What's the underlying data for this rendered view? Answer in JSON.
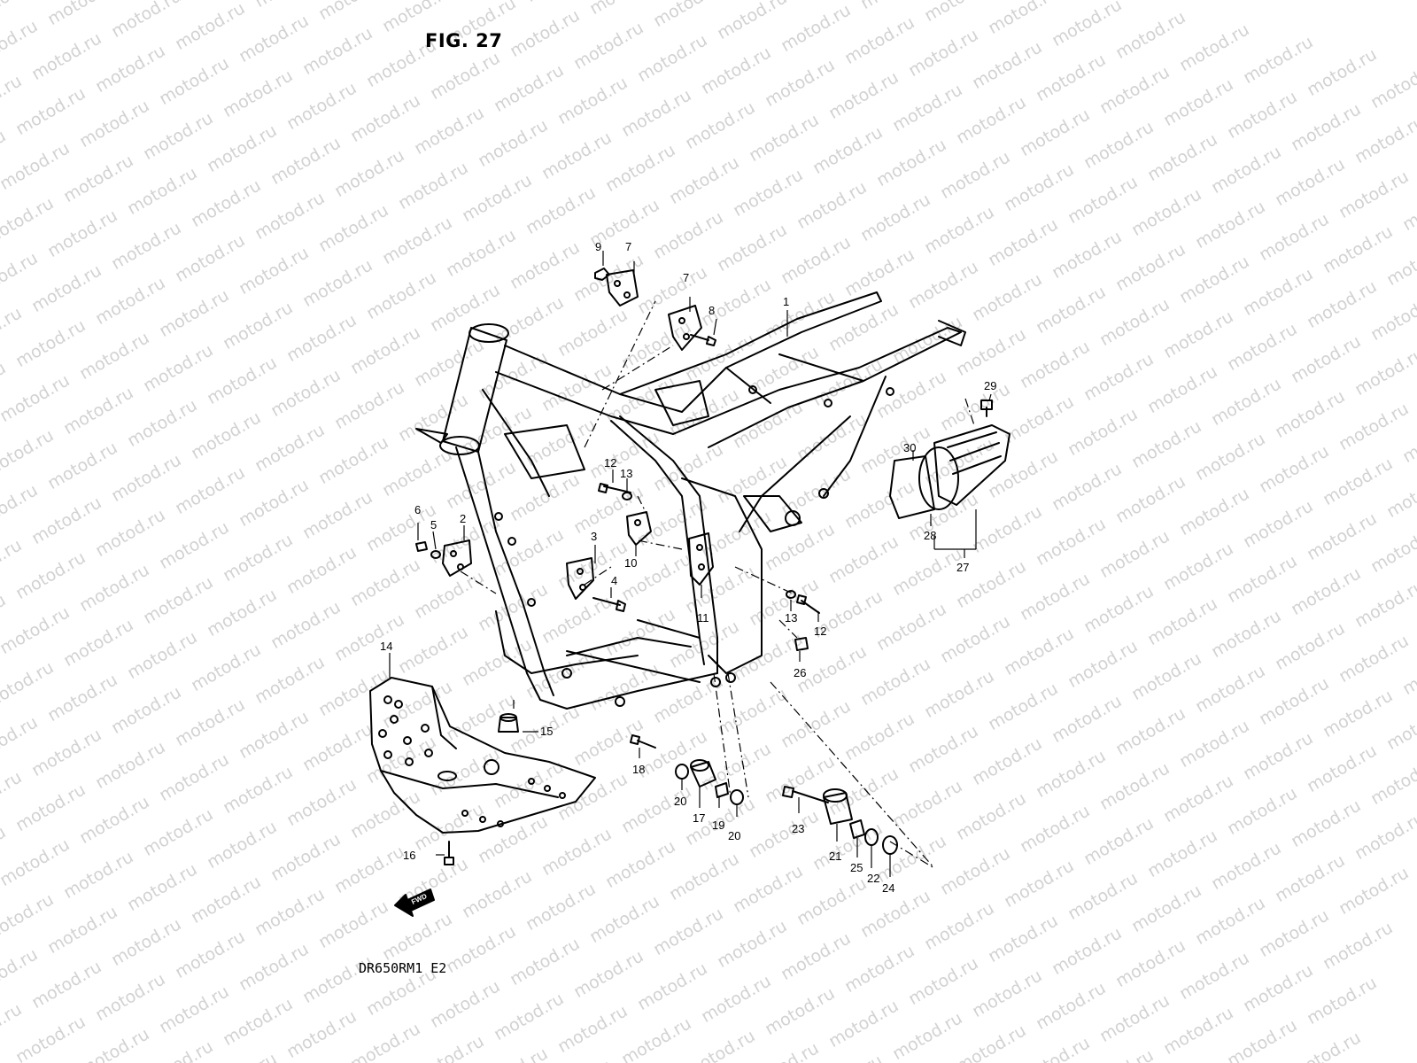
{
  "figure": {
    "title": "FIG. 27",
    "model_code": "DR650RM1 E2"
  },
  "watermark": {
    "text": "motod.ru"
  },
  "forward_indicator": {
    "label": "FWD"
  },
  "callouts": [
    {
      "id": "c1",
      "text": "1"
    },
    {
      "id": "c2",
      "text": "2"
    },
    {
      "id": "c3",
      "text": "3"
    },
    {
      "id": "c4",
      "text": "4"
    },
    {
      "id": "c5",
      "text": "5"
    },
    {
      "id": "c6",
      "text": "6"
    },
    {
      "id": "c7a",
      "text": "7"
    },
    {
      "id": "c7b",
      "text": "7"
    },
    {
      "id": "c8",
      "text": "8"
    },
    {
      "id": "c9",
      "text": "9"
    },
    {
      "id": "c10",
      "text": "10"
    },
    {
      "id": "c11",
      "text": "11"
    },
    {
      "id": "c12a",
      "text": "12"
    },
    {
      "id": "c12b",
      "text": "12"
    },
    {
      "id": "c13a",
      "text": "13"
    },
    {
      "id": "c13b",
      "text": "13"
    },
    {
      "id": "c14",
      "text": "14"
    },
    {
      "id": "c15",
      "text": "15"
    },
    {
      "id": "c16",
      "text": "16"
    },
    {
      "id": "c17",
      "text": "17"
    },
    {
      "id": "c18",
      "text": "18"
    },
    {
      "id": "c19",
      "text": "19"
    },
    {
      "id": "c20a",
      "text": "20"
    },
    {
      "id": "c20b",
      "text": "20"
    },
    {
      "id": "c21",
      "text": "21"
    },
    {
      "id": "c22",
      "text": "22"
    },
    {
      "id": "c23",
      "text": "23"
    },
    {
      "id": "c24",
      "text": "24"
    },
    {
      "id": "c25",
      "text": "25"
    },
    {
      "id": "c26",
      "text": "26"
    },
    {
      "id": "c27",
      "text": "27"
    },
    {
      "id": "c28",
      "text": "28"
    },
    {
      "id": "c29",
      "text": "29"
    },
    {
      "id": "c30",
      "text": "30"
    }
  ]
}
